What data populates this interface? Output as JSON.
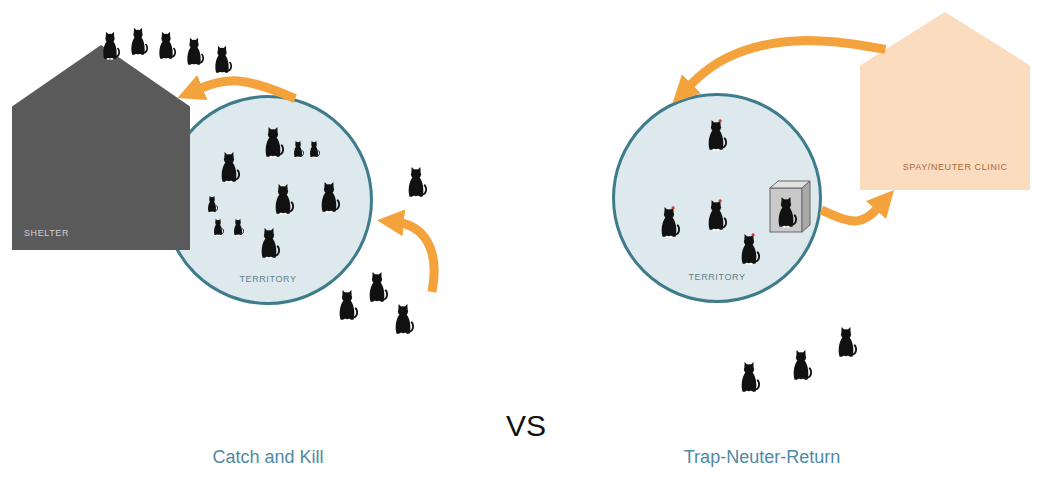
{
  "diagram": {
    "nodes": [
      {
        "text": [
          "SHELTER"
        ]
      },
      {
        "text": [
          "TERRITORY"
        ]
      },
      {
        "text": [
          "TERRITORY"
        ]
      },
      {
        "text": [
          "SPAY/NEUTER CLINIC"
        ]
      }
    ],
    "edges": [
      {
        "from": 1,
        "to": 0,
        "arrow": "to"
      },
      {
        "from": 2,
        "to": 3,
        "arrow": "to"
      },
      {
        "from": 3,
        "to": 2,
        "arrow": "to"
      }
    ],
    "labels": [
      "Catch and Kill",
      "VS",
      "Trap-Neuter-Return"
    ]
  }
}
